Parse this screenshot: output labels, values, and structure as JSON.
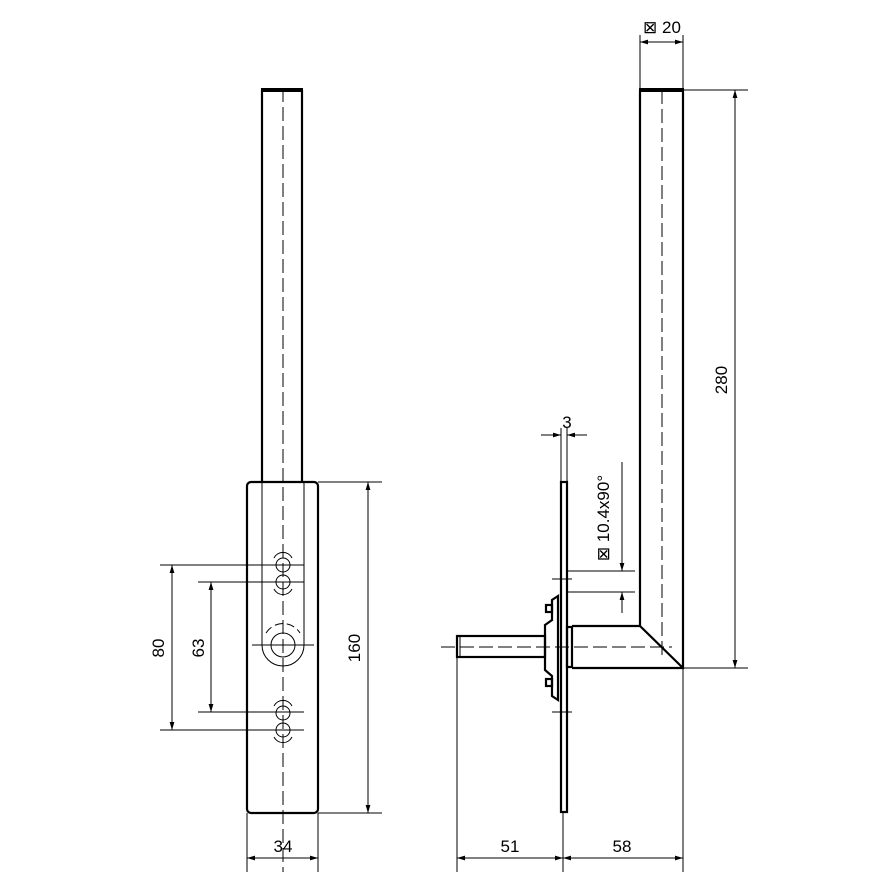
{
  "drawing": {
    "dimensions": {
      "front_width": "34",
      "hole_spacing_outer": "80",
      "hole_spacing_inner": "63",
      "plate_height": "160",
      "tube_size": "⊠ 20",
      "total_height": "280",
      "plate_thickness": "3",
      "tube_chamfer": "⊠ 10.4x90°",
      "bolt_length": "51",
      "arm_length": "58"
    },
    "colors": {
      "line": "#000000",
      "background": "#ffffff"
    }
  }
}
